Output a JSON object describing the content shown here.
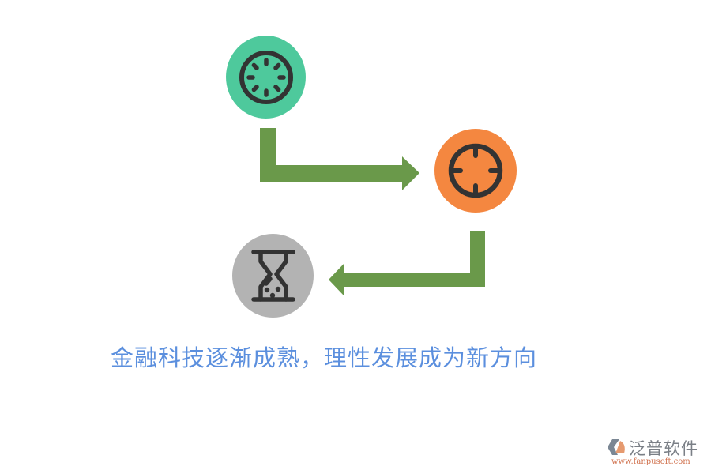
{
  "diagram": {
    "nodes": [
      {
        "id": "start",
        "icon": "loading-spinner-icon",
        "color": "#4ec99c"
      },
      {
        "id": "target",
        "icon": "crosshair-target-icon",
        "color": "#f48740"
      },
      {
        "id": "wait",
        "icon": "hourglass-icon",
        "color": "#b3b3b3"
      }
    ],
    "arrows": [
      {
        "from": "start",
        "to": "target",
        "direction": "down-then-right",
        "color": "#6a994a"
      },
      {
        "from": "target",
        "to": "wait",
        "direction": "down-then-left",
        "color": "#6a994a"
      }
    ],
    "caption": "金融科技逐渐成熟，理性发展成为新方向",
    "caption_color": "#5b8fde"
  },
  "watermark": {
    "brand": "泛普软件",
    "url": "www.fanpusoft.com",
    "logo_icon": "fanpu-logo-icon"
  }
}
